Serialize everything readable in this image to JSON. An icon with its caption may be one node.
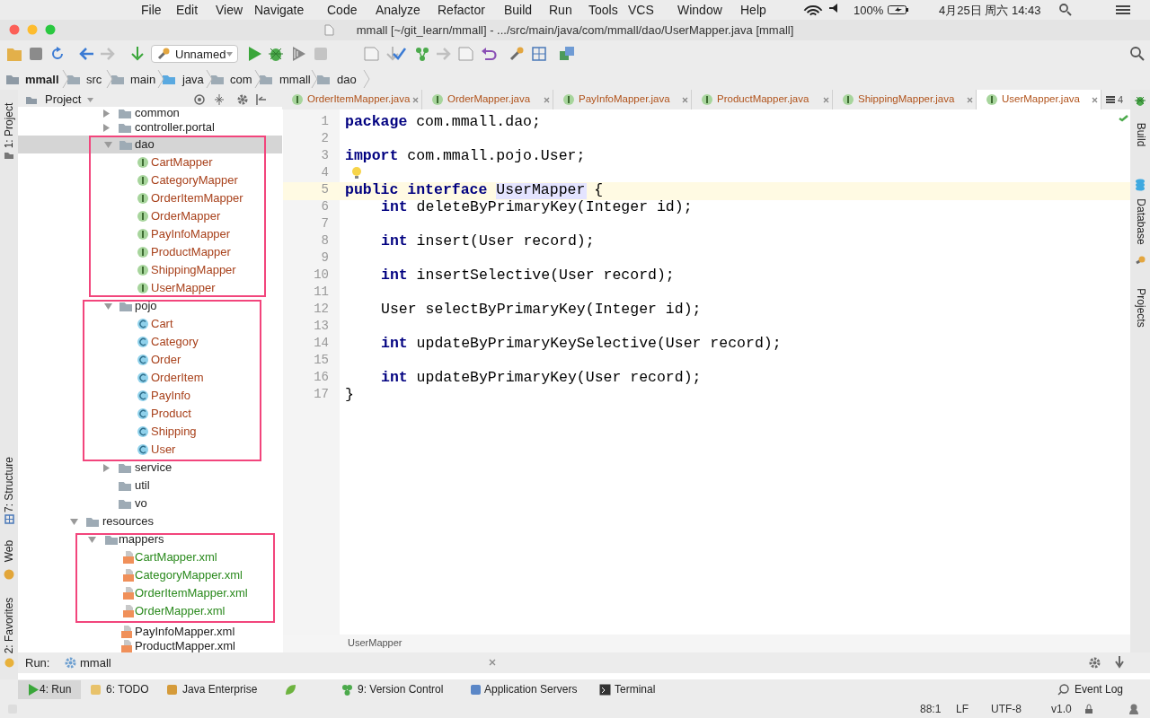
{
  "diagram": {
    "nodes": [
      {
        "text": [
          "dao",
          "CartMapper",
          "CategoryMapper",
          "OrderItemMapper",
          "OrderMapper",
          "PayInfoMapper",
          "ProductMapper",
          "ShippingMapper",
          "UserMapper"
        ]
      },
      {
        "text": [
          "pojo",
          "Cart",
          "Category",
          "Order",
          "OrderItem",
          "PayInfo",
          "Product",
          "Shipping",
          "User"
        ]
      },
      {
        "text": [
          "mappers",
          "CartMapper.xml",
          "CategoryMapper.xml",
          "OrderItemMapper.xml",
          "OrderMapper.xml"
        ]
      }
    ],
    "labels": [
      "File",
      "Edit",
      "View",
      "Navigate",
      "Code",
      "Analyze",
      "Refactor",
      "Build",
      "Run",
      "Tools",
      "VCS",
      "Window",
      "Help",
      "100%",
      "4月25日 周六 14:43",
      "mmall [~/git_learn/mmall] - .../src/main/java/com/mmall/dao/UserMapper.java [mmall]",
      "Unnamed",
      "mmall",
      "src",
      "main",
      "java",
      "com",
      "mmall",
      "dao",
      "Project",
      "OrderItemMapper.java",
      "OrderMapper.java",
      "PayInfoMapper.java",
      "ProductMapper.java",
      "ShippingMapper.java",
      "UserMapper.java",
      "4",
      "1: Project",
      "7: Structure",
      "Web",
      "2: Favorites",
      "Build",
      "Database",
      "Projects",
      "common",
      "controller.portal",
      "service",
      "util",
      "vo",
      "resources",
      "PayInfoMapper.xml",
      "ProductMapper.xml",
      "1",
      "2",
      "3",
      "4",
      "5",
      "6",
      "7",
      "8",
      "9",
      "10",
      "11",
      "12",
      "13",
      "14",
      "15",
      "16",
      "17",
      "**package** com.mmall.dao;",
      "**import** com.mmall.pojo.User;",
      "**public interface** UserMapper {",
      "**int** deleteByPrimaryKey(Integer id);",
      "**int** insert(User record);",
      "**int** insertSelective(User record);",
      "User selectByPrimaryKey(Integer id);",
      "**int** updateByPrimaryKeySelective(User record);",
      "**int** updateByPrimaryKey(User record);",
      "}",
      "UserMapper",
      "Run:",
      "mmall",
      "4: Run",
      "6: TODO",
      "Java Enterprise",
      "9: Version Control",
      "Application Servers",
      "Terminal",
      "Event Log",
      "88:1",
      "LF",
      "UTF-8",
      "v1.0"
    ]
  }
}
